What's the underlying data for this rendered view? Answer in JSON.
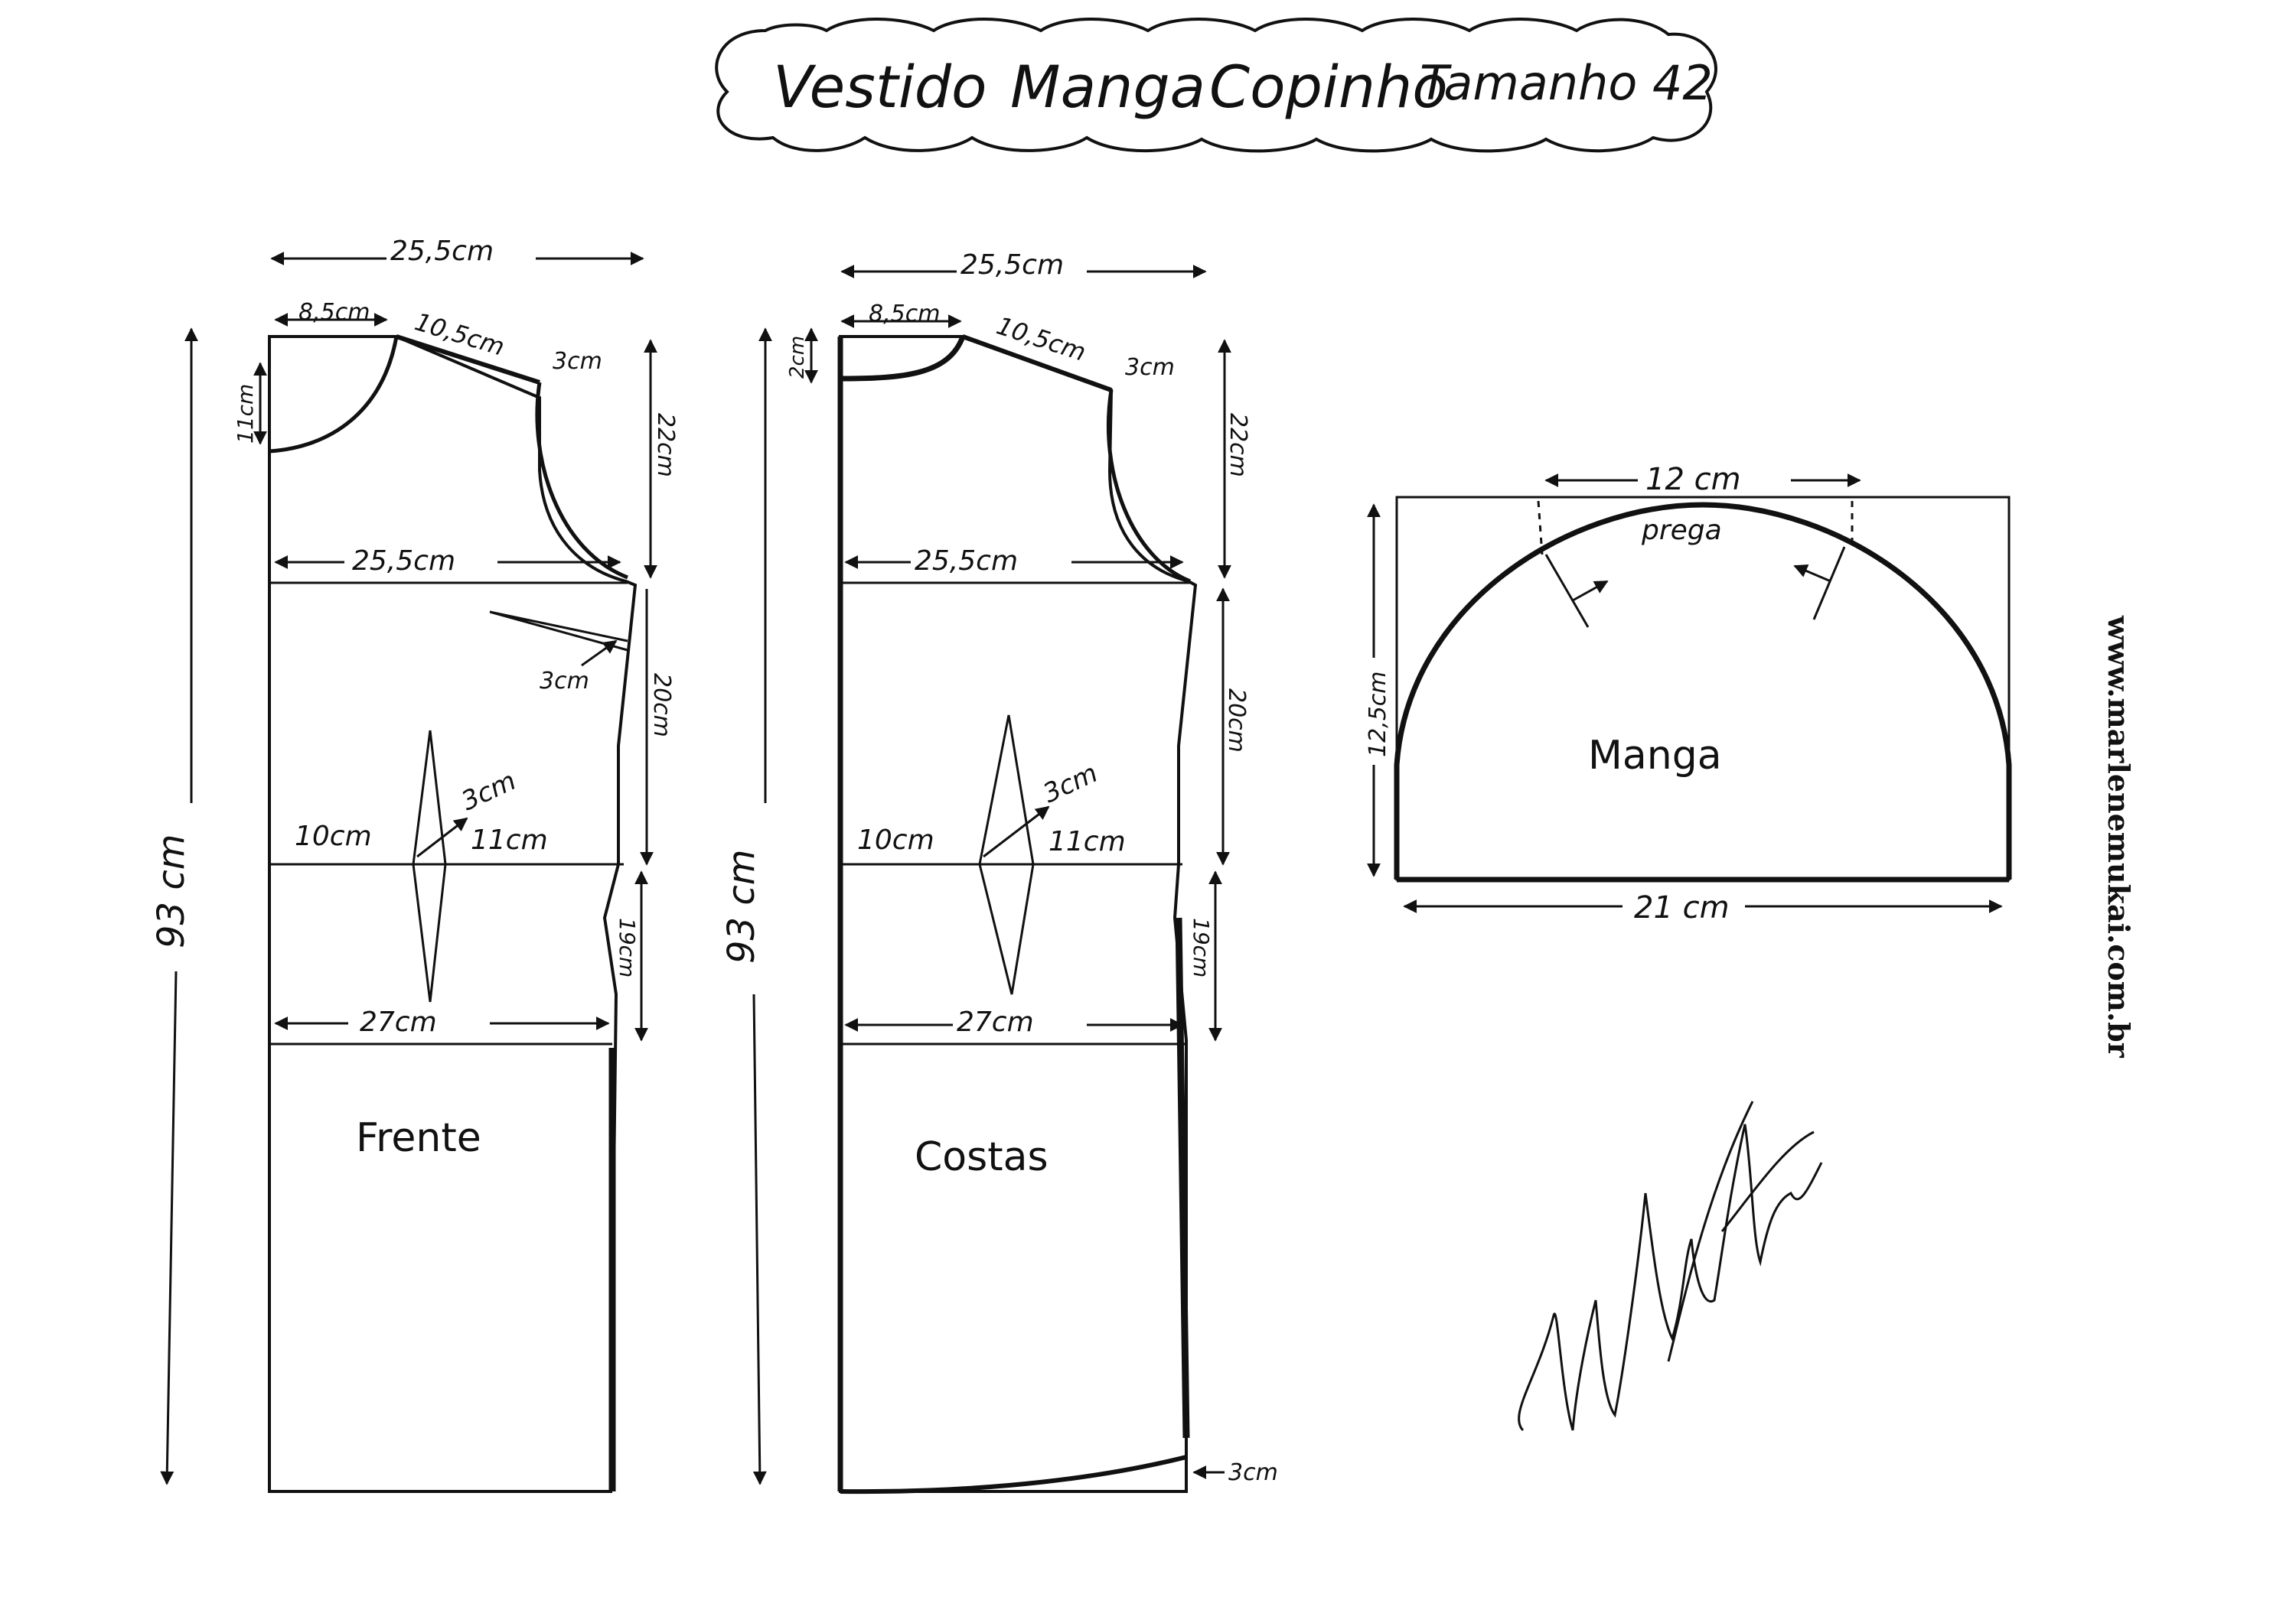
{
  "title": {
    "text_1": "Vestido",
    "text_2": "Manga",
    "text_3": "Copinho",
    "text_4": "Tamanho 42"
  },
  "front": {
    "name": "Frente",
    "total_length": "93 cm",
    "top_width": "25,5cm",
    "neck_width": "8,5cm",
    "shoulder": "10,5cm",
    "shoulder_drop": "3cm",
    "neck_depth": "11cm",
    "armhole_depth": "22cm",
    "bust_width": "25,5cm",
    "dart_3cm": "3cm",
    "waist_length": "20cm",
    "waist_left": "10cm",
    "waist_dart": "3cm",
    "waist_right": "11cm",
    "hip_length": "19cm",
    "hip_width": "27cm"
  },
  "back": {
    "name": "Costas",
    "total_length": "93 cm",
    "top_width": "25,5cm",
    "neck_width": "8,5cm",
    "neck_depth": "2cm",
    "shoulder": "10,5cm",
    "shoulder_drop": "3cm",
    "armhole_depth": "22cm",
    "bust_width": "25,5cm",
    "waist_length": "20cm",
    "waist_left": "10cm",
    "waist_dart": "3cm",
    "waist_right": "11cm",
    "hip_length": "19cm",
    "hip_width": "27cm",
    "hem_rise": "3cm"
  },
  "sleeve": {
    "name": "Manga",
    "top_width": "12 cm",
    "pleat": "prega",
    "height": "12,5cm",
    "base_width": "21 cm"
  },
  "website": "www.marlenemukai.com.br",
  "signature_text": "Marlene Mukai"
}
